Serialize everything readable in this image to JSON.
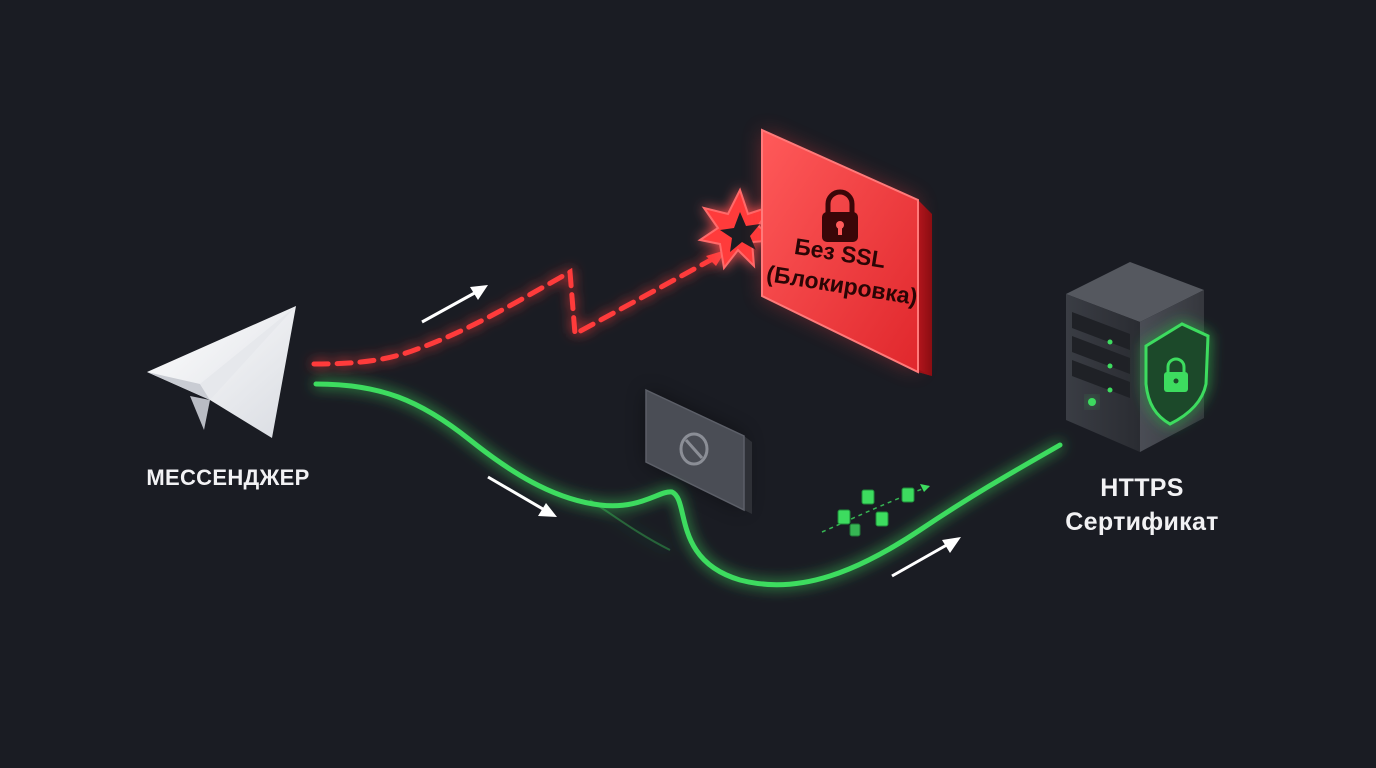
{
  "messenger": {
    "label": "МЕССЕНДЖЕР"
  },
  "blocked": {
    "line1": "Без SSL",
    "line2": "(Блокировка)"
  },
  "server": {
    "line1": "HTTPS",
    "line2": "Сертификат"
  },
  "colors": {
    "background": "#1a1c23",
    "blocked_red": "#ff3b3b",
    "secure_green": "#3ddc5f",
    "white": "#f2f2f4"
  },
  "icons": [
    "telegram-plane-icon",
    "lock-icon",
    "shield-lock-icon",
    "server-tower-icon",
    "block-sign-icon",
    "explosion-icon",
    "data-packet-icon"
  ]
}
